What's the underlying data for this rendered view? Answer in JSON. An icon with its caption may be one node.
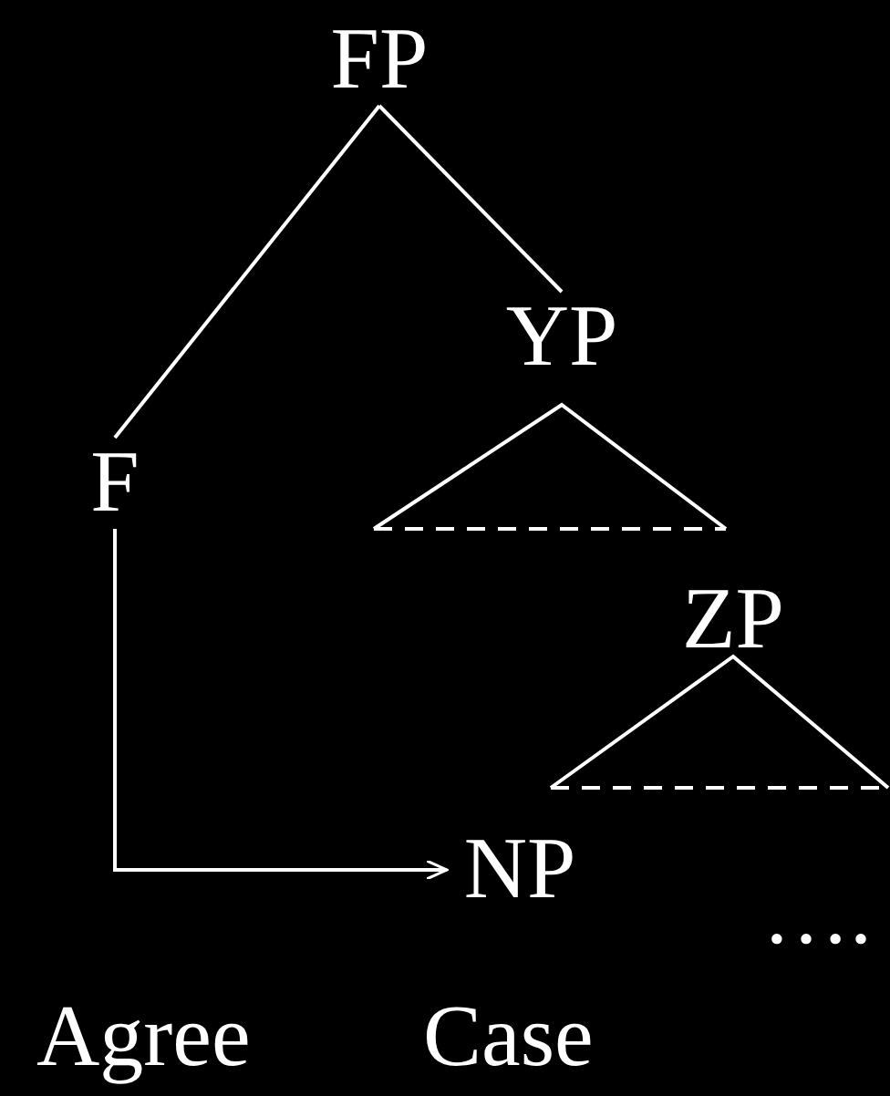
{
  "diagram": {
    "nodes": [
      {
        "text": [
          "FP"
        ]
      },
      {
        "text": [
          "YP"
        ]
      },
      {
        "text": [
          "F"
        ]
      },
      {
        "text": [
          "ZP"
        ]
      },
      {
        "text": [
          "NP"
        ]
      }
    ],
    "edges": [
      {
        "from": 0,
        "to": 2,
        "arrow": "none"
      },
      {
        "from": 0,
        "to": 1,
        "arrow": "none"
      },
      {
        "from": 2,
        "to": 4,
        "arrow": "to"
      }
    ],
    "labels": [
      "….",
      "Agree",
      "Case"
    ]
  }
}
